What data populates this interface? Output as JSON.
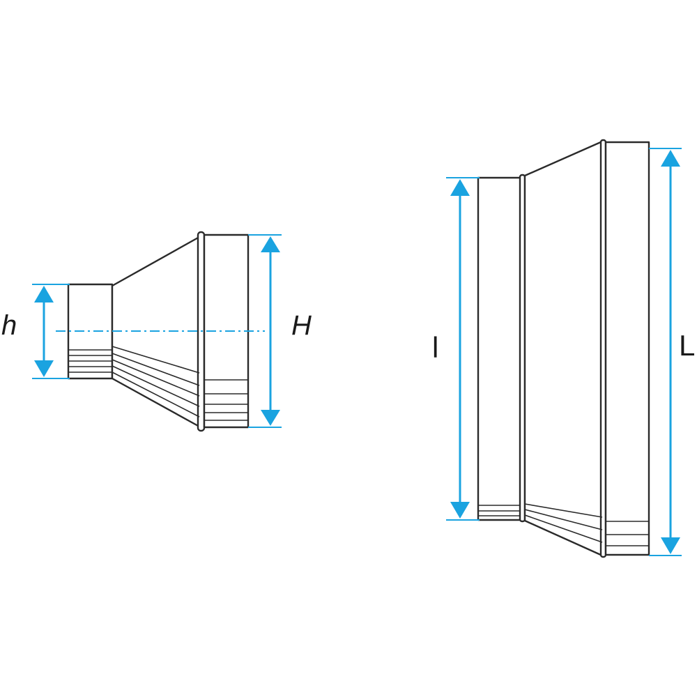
{
  "labels": {
    "small_height": "h",
    "large_height": "H",
    "small_length": "l",
    "large_length": "L"
  },
  "colors": {
    "dimension": "#1aa3e0",
    "outline": "#2a2a2a",
    "background": "#ffffff"
  }
}
